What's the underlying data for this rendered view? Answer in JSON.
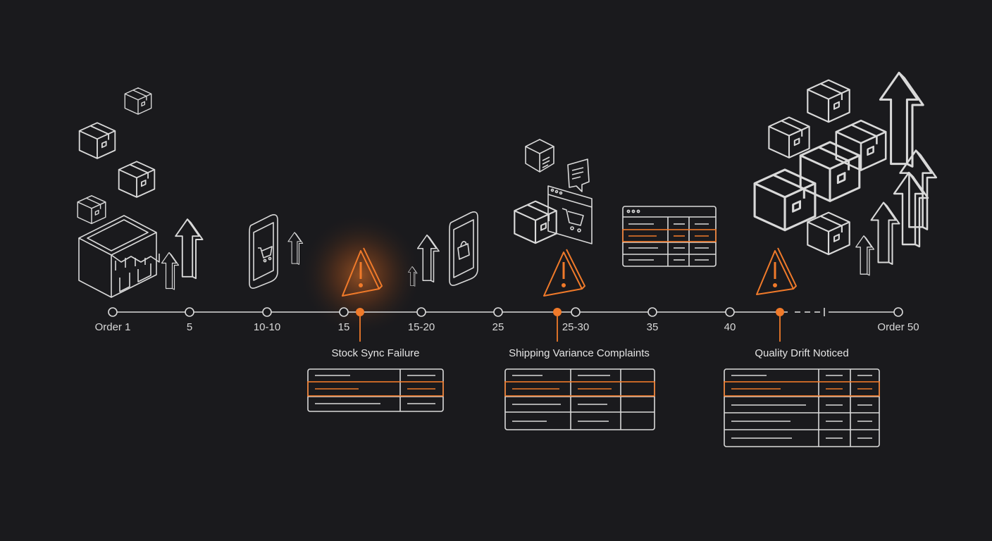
{
  "timeline": {
    "ticks": [
      "Order 1",
      "5",
      "10-10",
      "15",
      "15-20",
      "25",
      "25-30",
      "35",
      "40",
      "Order 50"
    ]
  },
  "incidents": [
    {
      "label": "Stock Sync Failure"
    },
    {
      "label": "Shipping Variance Complaints"
    },
    {
      "label": "Quality Drift Noticed"
    }
  ],
  "colors": {
    "background": "#1a1a1d",
    "line": "#d9d9d9",
    "accent": "#f07a2a"
  },
  "icons": [
    "storefront-icon",
    "package-icon",
    "growth-arrow-icon",
    "phone-cart-icon",
    "phone-bag-icon",
    "warning-icon",
    "chat-bubble-icon",
    "browser-cart-icon",
    "data-table-icon",
    "package-stack-icon"
  ]
}
